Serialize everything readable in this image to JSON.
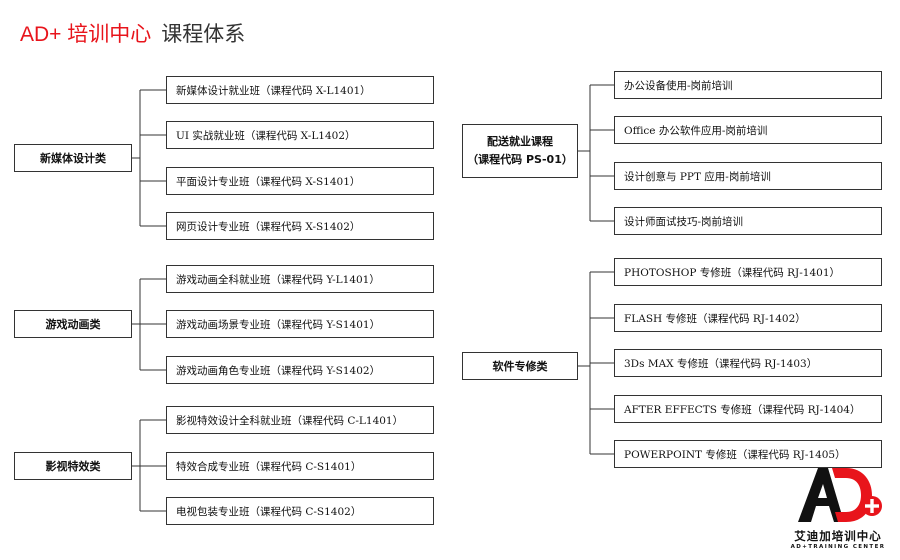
{
  "header": {
    "brand": "AD+ 培训中心",
    "subtitle": "课程体系"
  },
  "left_groups": [
    {
      "label": "新媒体设计类",
      "items": [
        "新媒体设计就业班（课程代码 X-L1401）",
        "UI 实战就业班（课程代码 X-L1402）",
        "平面设计专业班（课程代码 X-S1401）",
        "网页设计专业班（课程代码 X-S1402）"
      ]
    },
    {
      "label": "游戏动画类",
      "items": [
        "游戏动画全科就业班（课程代码 Y-L1401）",
        "游戏动画场景专业班（课程代码 Y-S1401）",
        "游戏动画角色专业班（课程代码 Y-S1402）"
      ]
    },
    {
      "label": "影视特效类",
      "items": [
        "影视特效设计全科就业班（课程代码 C-L1401）",
        "特效合成专业班（课程代码 C-S1401）",
        "电视包装专业班（课程代码 C-S1402）"
      ]
    }
  ],
  "right_groups": [
    {
      "label_line1": "配送就业课程",
      "label_line2": "（课程代码 PS-01）",
      "items": [
        "办公设备使用-岗前培训",
        "Office 办公软件应用-岗前培训",
        "设计创意与 PPT 应用-岗前培训",
        "设计师面试技巧-岗前培训"
      ]
    },
    {
      "label": "软件专修类",
      "items": [
        "PHOTOSHOP 专修班（课程代码 RJ-1401）",
        "FLASH 专修班（课程代码 RJ-1402）",
        "3Ds MAX 专修班（课程代码 RJ-1403）",
        "AFTER EFFECTS 专修班（课程代码 RJ-1404）",
        "POWERPOINT 专修班（课程代码 RJ-1405）"
      ]
    }
  ],
  "logo": {
    "cn": "艾迪加培训中心",
    "en": "AD+TRAINING CENTER"
  },
  "colors": {
    "brand_red": "#e8141b",
    "line": "#333333"
  }
}
